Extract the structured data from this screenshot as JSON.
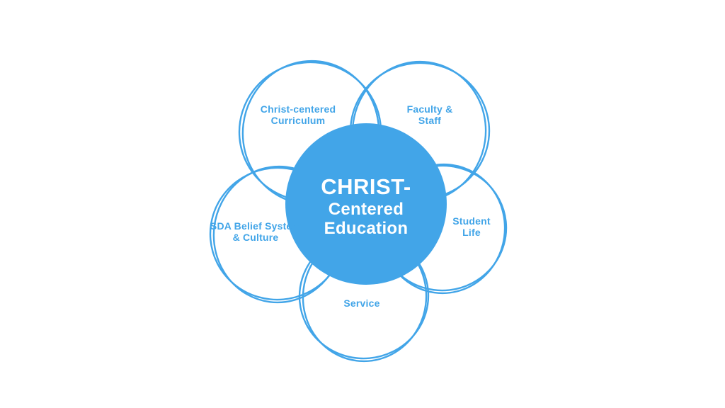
{
  "title": "CHRIST-Centered Education diagram",
  "colors": {
    "accent": "#42A5E8",
    "background": "#FFFFFF",
    "center_text": "#FFFFFF"
  },
  "center": {
    "line1": "CHRIST-",
    "line2": "Centered",
    "line3": "Education"
  },
  "nodes": [
    {
      "id": "christ-centered-curriculum",
      "line1": "Christ-centered",
      "line2": "Curriculum"
    },
    {
      "id": "faculty-staff",
      "line1": "Faculty &",
      "line2": "Staff"
    },
    {
      "id": "sda-belief-system-culture",
      "line1": "SDA Belief System",
      "line2": "& Culture"
    },
    {
      "id": "student-life",
      "line1": "Student",
      "line2": "Life"
    },
    {
      "id": "service",
      "line1": "Service",
      "line2": ""
    }
  ]
}
